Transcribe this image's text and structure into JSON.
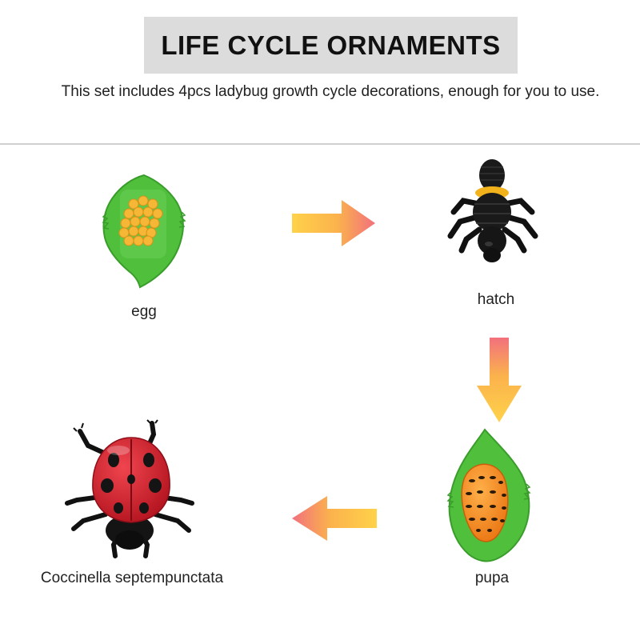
{
  "header": {
    "title": "LIFE CYCLE ORNAMENTS",
    "subtitle": "This set includes 4pcs ladybug growth cycle decorations, enough for you to use."
  },
  "stages": [
    {
      "label": "egg",
      "icon": "egg-cluster-on-leaf-icon"
    },
    {
      "label": "hatch",
      "icon": "larva-icon"
    },
    {
      "label": "pupa",
      "icon": "pupa-on-leaf-icon"
    },
    {
      "label": "Coccinella septempunctata",
      "icon": "ladybug-icon"
    }
  ],
  "arrows": [
    "right-arrow-icon",
    "down-arrow-icon",
    "left-arrow-icon"
  ],
  "colors": {
    "title_bg": "#dcdcdc",
    "leaf": "#4fbf3c",
    "egg": "#f6b636",
    "ladybug_red": "#d5222f",
    "pupa_orange": "#f58c1f",
    "arrow_yellow": "#ffd24a",
    "arrow_pink": "#f07080"
  }
}
